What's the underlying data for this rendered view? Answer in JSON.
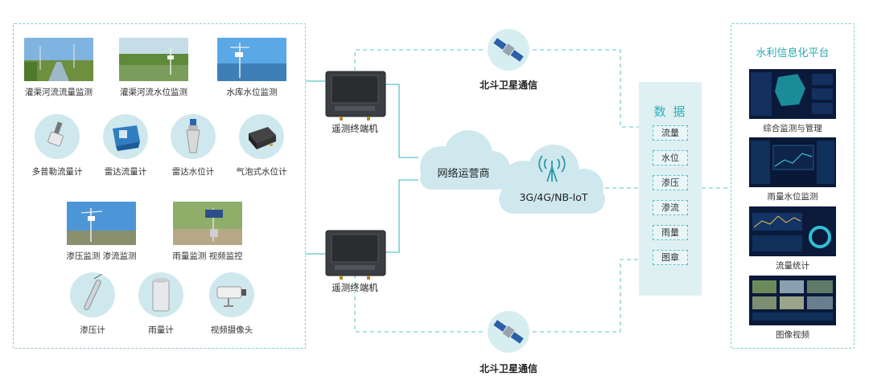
{
  "monitoring": {
    "photos_top": [
      {
        "label": "灌渠河流流量监测"
      },
      {
        "label": "灌渠河流水位监测"
      },
      {
        "label": "水库水位监测"
      }
    ],
    "sensors_row1": [
      {
        "label": "多普勒流量计"
      },
      {
        "label": "雷达流量计"
      },
      {
        "label": "雷达水位计"
      },
      {
        "label": "气泡式水位计"
      }
    ],
    "photos_mid": [
      {
        "label": "渗压监测 渗流监测"
      },
      {
        "label": "雨量监测 视频监控"
      }
    ],
    "sensors_row2": [
      {
        "label": "渗压计"
      },
      {
        "label": "雨量计"
      },
      {
        "label": "视频摄像头"
      }
    ]
  },
  "terminals": [
    {
      "label": "遥测终端机"
    },
    {
      "label": "遥测终端机"
    }
  ],
  "satellites": [
    {
      "label": "北斗卫星通信"
    },
    {
      "label": "北斗卫星通信"
    }
  ],
  "network": {
    "operator_label": "网络运营商",
    "network_label": "3G/4G/NB-IoT"
  },
  "data": {
    "title": "数 据",
    "items": [
      "流量",
      "水位",
      "渗压",
      "渗流",
      "雨量",
      "图章"
    ]
  },
  "platform": {
    "title": "水利信息化平台",
    "screens": [
      {
        "label": "综合监测与管理"
      },
      {
        "label": "雨量水位监测"
      },
      {
        "label": "流量统计"
      },
      {
        "label": "图像视频"
      }
    ]
  },
  "colors": {
    "accent": "#2ab0b8",
    "dashed_line": "#7fcfd0",
    "cloud": "#cfe8ee",
    "data_panel": "#dff0f3",
    "screen_bg": "#0b1a3a"
  }
}
